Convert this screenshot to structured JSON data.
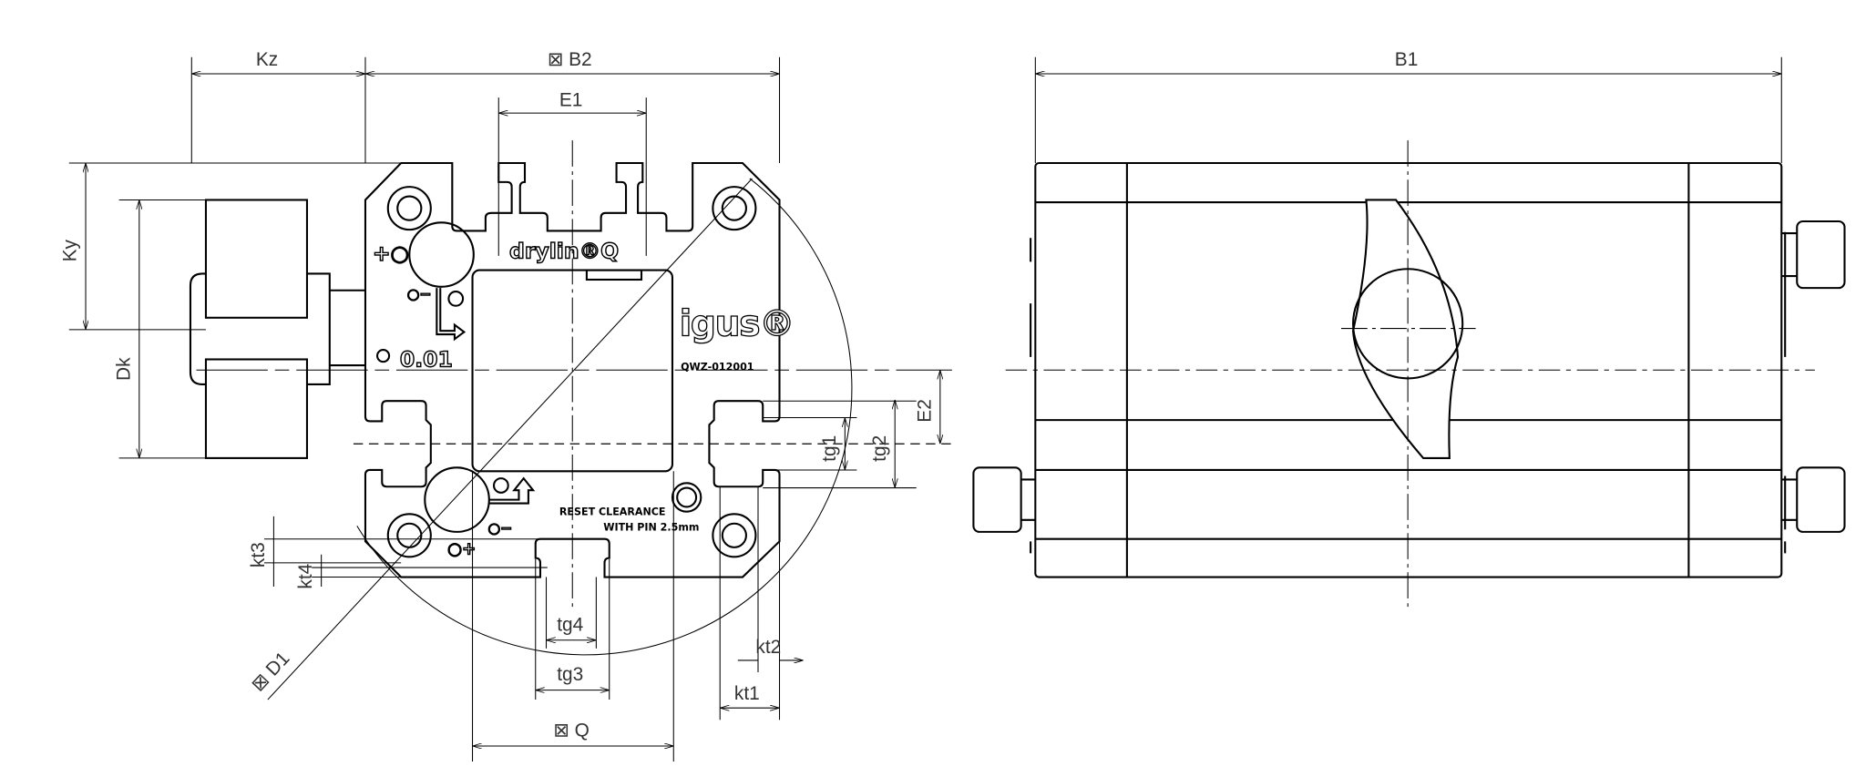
{
  "dimensions": {
    "kz": "Kz",
    "b2": "⊠ B2",
    "e1": "E1",
    "b1": "B1",
    "ky": "Ky",
    "dk": "Dk",
    "e2": "E2",
    "tg1": "tg1",
    "tg2": "tg2",
    "kt3": "kt3",
    "kt4": "kt4",
    "tg4": "tg4",
    "tg3": "tg3",
    "kt2": "kt2",
    "kt1": "kt1",
    "q": "⊠ Q",
    "d1": "⊠ D1"
  },
  "plate": {
    "product": "drylin®Q",
    "brand": "igus®",
    "serial": "QWZ-012001",
    "plus_marker": "+○",
    "minus_marker": "○−",
    "plus_marker_bottom": "○+",
    "minus_marker_bottom": "○−",
    "clearance": "0.01",
    "reset_line1": "RESET CLEARANCE",
    "reset_line2": "WITH PIN 2.5mm"
  }
}
